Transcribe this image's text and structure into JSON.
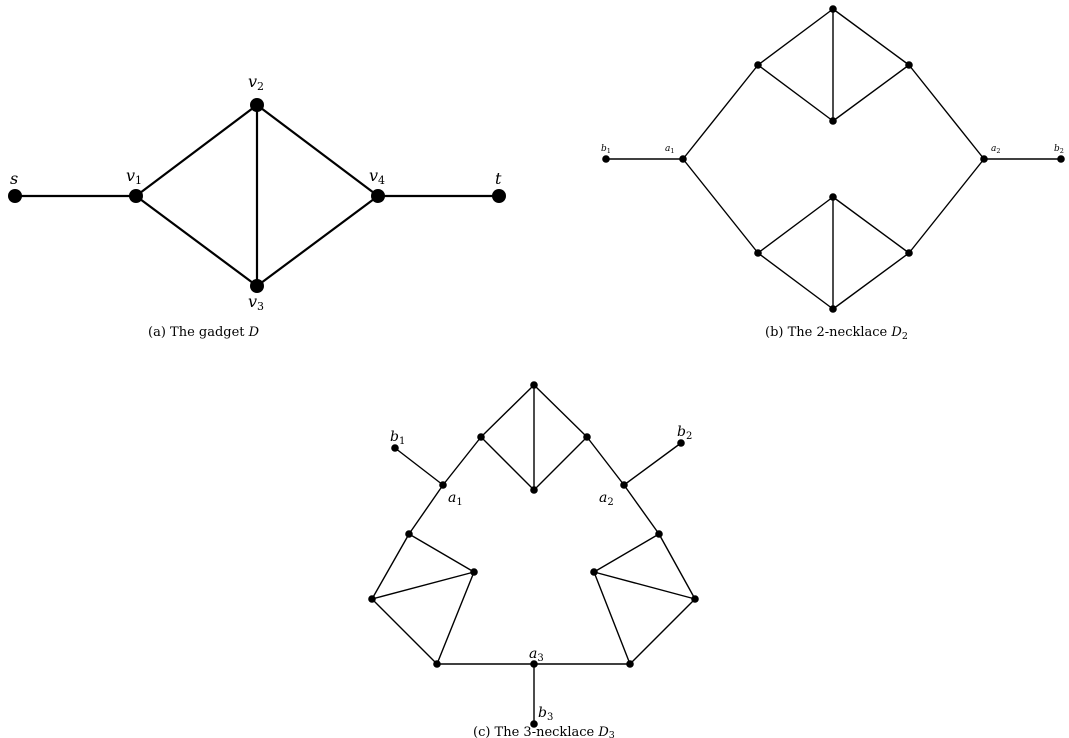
{
  "captions": {
    "a": {
      "prefix": "(a) The gadget ",
      "var": "D",
      "sub": ""
    },
    "b": {
      "prefix": "(b) The 2-necklace ",
      "var": "D",
      "sub": "2"
    },
    "c": {
      "prefix": "(c) The 3-necklace ",
      "var": "D",
      "sub": "3"
    }
  },
  "gadget": {
    "s": {
      "base": "s",
      "sub": ""
    },
    "v1": {
      "base": "v",
      "sub": "1"
    },
    "v2": {
      "base": "v",
      "sub": "2"
    },
    "v3": {
      "base": "v",
      "sub": "3"
    },
    "v4": {
      "base": "v",
      "sub": "4"
    },
    "t": {
      "base": "t",
      "sub": ""
    }
  },
  "necklace2": {
    "b1": {
      "base": "b",
      "sub": "1"
    },
    "a1": {
      "base": "a",
      "sub": "1"
    },
    "a2": {
      "base": "a",
      "sub": "2"
    },
    "b2": {
      "base": "b",
      "sub": "2"
    }
  },
  "necklace3": {
    "b1": {
      "base": "b",
      "sub": "1"
    },
    "a1": {
      "base": "a",
      "sub": "1"
    },
    "b2": {
      "base": "b",
      "sub": "2"
    },
    "a2": {
      "base": "a",
      "sub": "2"
    },
    "a3": {
      "base": "a",
      "sub": "3"
    },
    "b3": {
      "base": "b",
      "sub": "3"
    }
  }
}
